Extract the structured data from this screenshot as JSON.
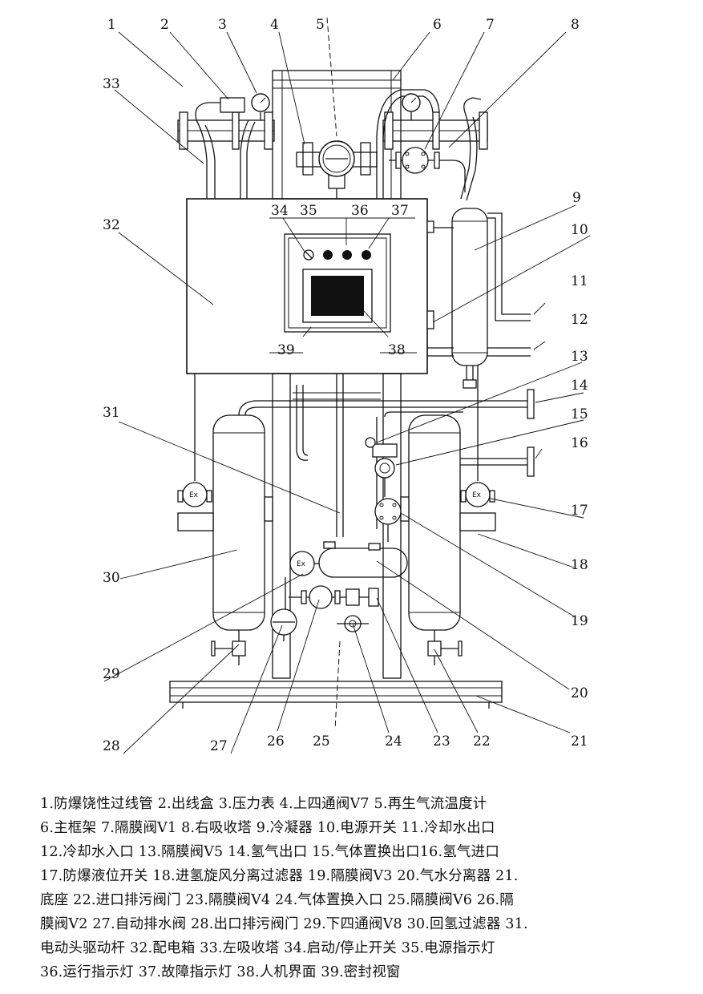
{
  "callouts": {
    "n1": "1",
    "n2": "2",
    "n3": "3",
    "n4": "4",
    "n5": "5",
    "n6": "6",
    "n7": "7",
    "n8": "8",
    "n9": "9",
    "n10": "10",
    "n11": "11",
    "n12": "12",
    "n13": "13",
    "n14": "14",
    "n15": "15",
    "n16": "16",
    "n17": "17",
    "n18": "18",
    "n19": "19",
    "n20": "20",
    "n21": "21",
    "n22": "22",
    "n23": "23",
    "n24": "24",
    "n25": "25",
    "n26": "26",
    "n27": "27",
    "n28": "28",
    "n29": "29",
    "n30": "30",
    "n31": "31",
    "n32": "32",
    "n33": "33",
    "n34": "34",
    "n35": "35",
    "n36": "36",
    "n37": "37",
    "n38": "38",
    "n39": "39"
  },
  "instrument_labels": {
    "ex_left": "Ex",
    "ex_right": "Ex",
    "ex_bottom": "Ex"
  },
  "legend_lines": [
    "1.防爆饶性过线管   2.出线盒   3.压力表   4.上四通阀V7   5.再生气流温度计",
    "6.主框架   7.隔膜阀V1   8.右吸收塔 9.冷凝器  10.电源开关  11.冷却水出口",
    "12.冷却水入口   13.隔膜阀V5   14.氢气出口   15.气体置换出口16.氢气进口",
    "17.防爆液位开关   18.进氢旋风分离过滤器  19.隔膜阀V3  20.气水分离器  21.",
    "底座   22.进口排污阀门   23.隔膜阀V4   24.气体置换入口  25.隔膜阀V6  26.隔",
    "膜阀V2   27.自动排水阀  28.出口排污阀门  29.下四通阀V8  30.回氢过滤器  31.",
    "电动头驱动杆  32.配电箱  33.左吸收塔  34.启动/停止开关  35.电源指示灯",
    "36.运行指示灯   37.故障指示灯   38.人机界面   39.密封视窗"
  ]
}
